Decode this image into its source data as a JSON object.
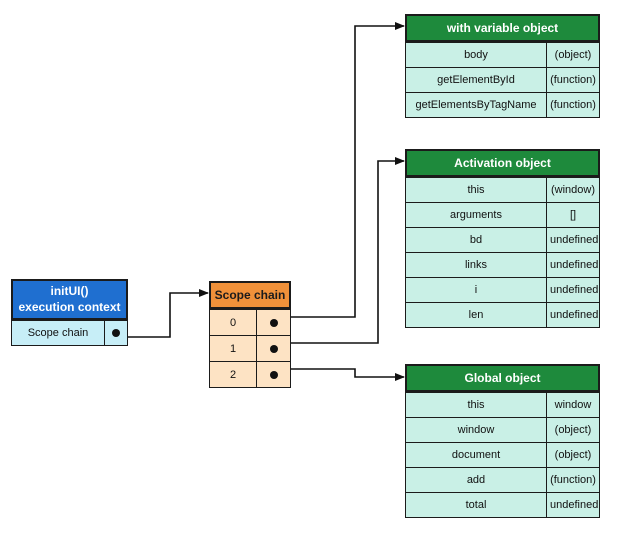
{
  "execution_context": {
    "title_line1": "initUI()",
    "title_line2": "execution context",
    "row_label": "Scope chain"
  },
  "scope_chain": {
    "title": "Scope chain",
    "rows": [
      "0",
      "1",
      "2"
    ]
  },
  "with_object": {
    "title": "with variable object",
    "rows": [
      {
        "name": "body",
        "value": "(object)"
      },
      {
        "name": "getElementById",
        "value": "(function)"
      },
      {
        "name": "getElementsByTagName",
        "value": "(function)"
      }
    ]
  },
  "activation_object": {
    "title": "Activation object",
    "rows": [
      {
        "name": "this",
        "value": "(window)"
      },
      {
        "name": "arguments",
        "value": "[]"
      },
      {
        "name": "bd",
        "value": "undefined"
      },
      {
        "name": "links",
        "value": "undefined"
      },
      {
        "name": "i",
        "value": "undefined"
      },
      {
        "name": "len",
        "value": "undefined"
      }
    ]
  },
  "global_object": {
    "title": "Global object",
    "rows": [
      {
        "name": "this",
        "value": "window"
      },
      {
        "name": "window",
        "value": "(object)"
      },
      {
        "name": "document",
        "value": "(object)"
      },
      {
        "name": "add",
        "value": "(function)"
      },
      {
        "name": "total",
        "value": "undefined"
      }
    ]
  },
  "colors": {
    "green_header": "#1e8a3c",
    "green_cell": "#c9f0e6",
    "orange_header": "#f0913a",
    "orange_cell": "#fde3c4",
    "blue_header": "#1f6fd0",
    "blue_cell": "#c7eef7"
  }
}
